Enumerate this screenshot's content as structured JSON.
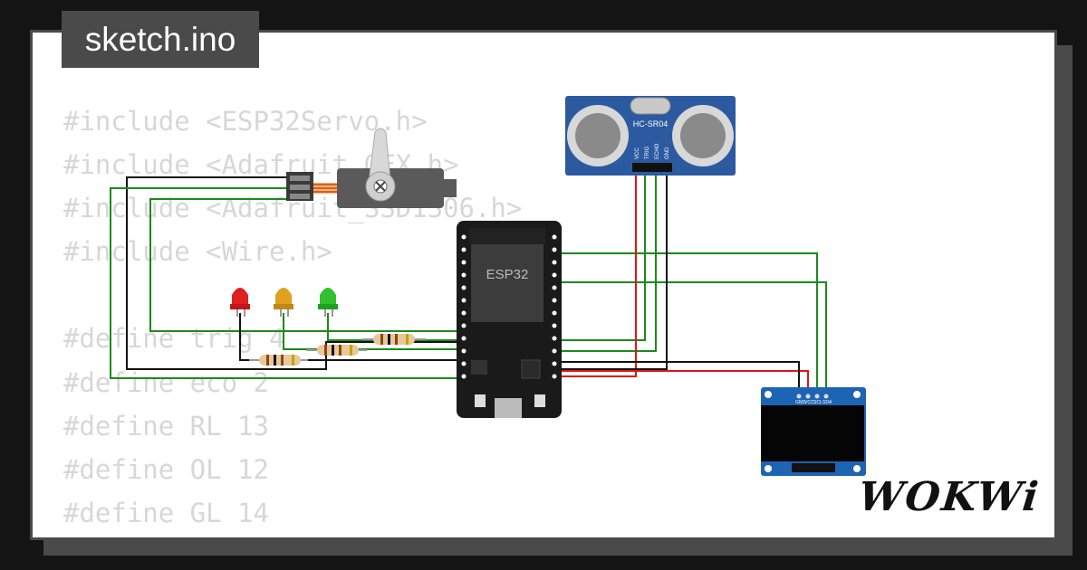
{
  "file_tab": {
    "label": "sketch.ino"
  },
  "code_lines": [
    "#include <ESP32Servo.h>",
    "#include <Adafruit_GFX.h>",
    "#include <Adafruit_SSD1306.h>",
    "#include <Wire.h>",
    "",
    "#define trig 4",
    "#define eco 2",
    "#define RL 13",
    "#define OL 12",
    "#define GL 14"
  ],
  "components": {
    "mcu_label": "ESP32",
    "sensor_label": "HC-SR04",
    "sensor_pins": [
      "VCC",
      "TRIG",
      "ECHO",
      "GND"
    ],
    "oled_pins": [
      "GND",
      "VCC",
      "SCL",
      "SDA"
    ]
  },
  "brand": "WOKWi",
  "colors": {
    "wire_green": "#1a8a1a",
    "wire_red": "#e01515",
    "wire_black": "#111111",
    "sensor_blue": "#2c5aa0",
    "oled_blue": "#1e64b4",
    "led_red": "#e02020",
    "led_yellow": "#e0a020",
    "led_green": "#30c030"
  }
}
